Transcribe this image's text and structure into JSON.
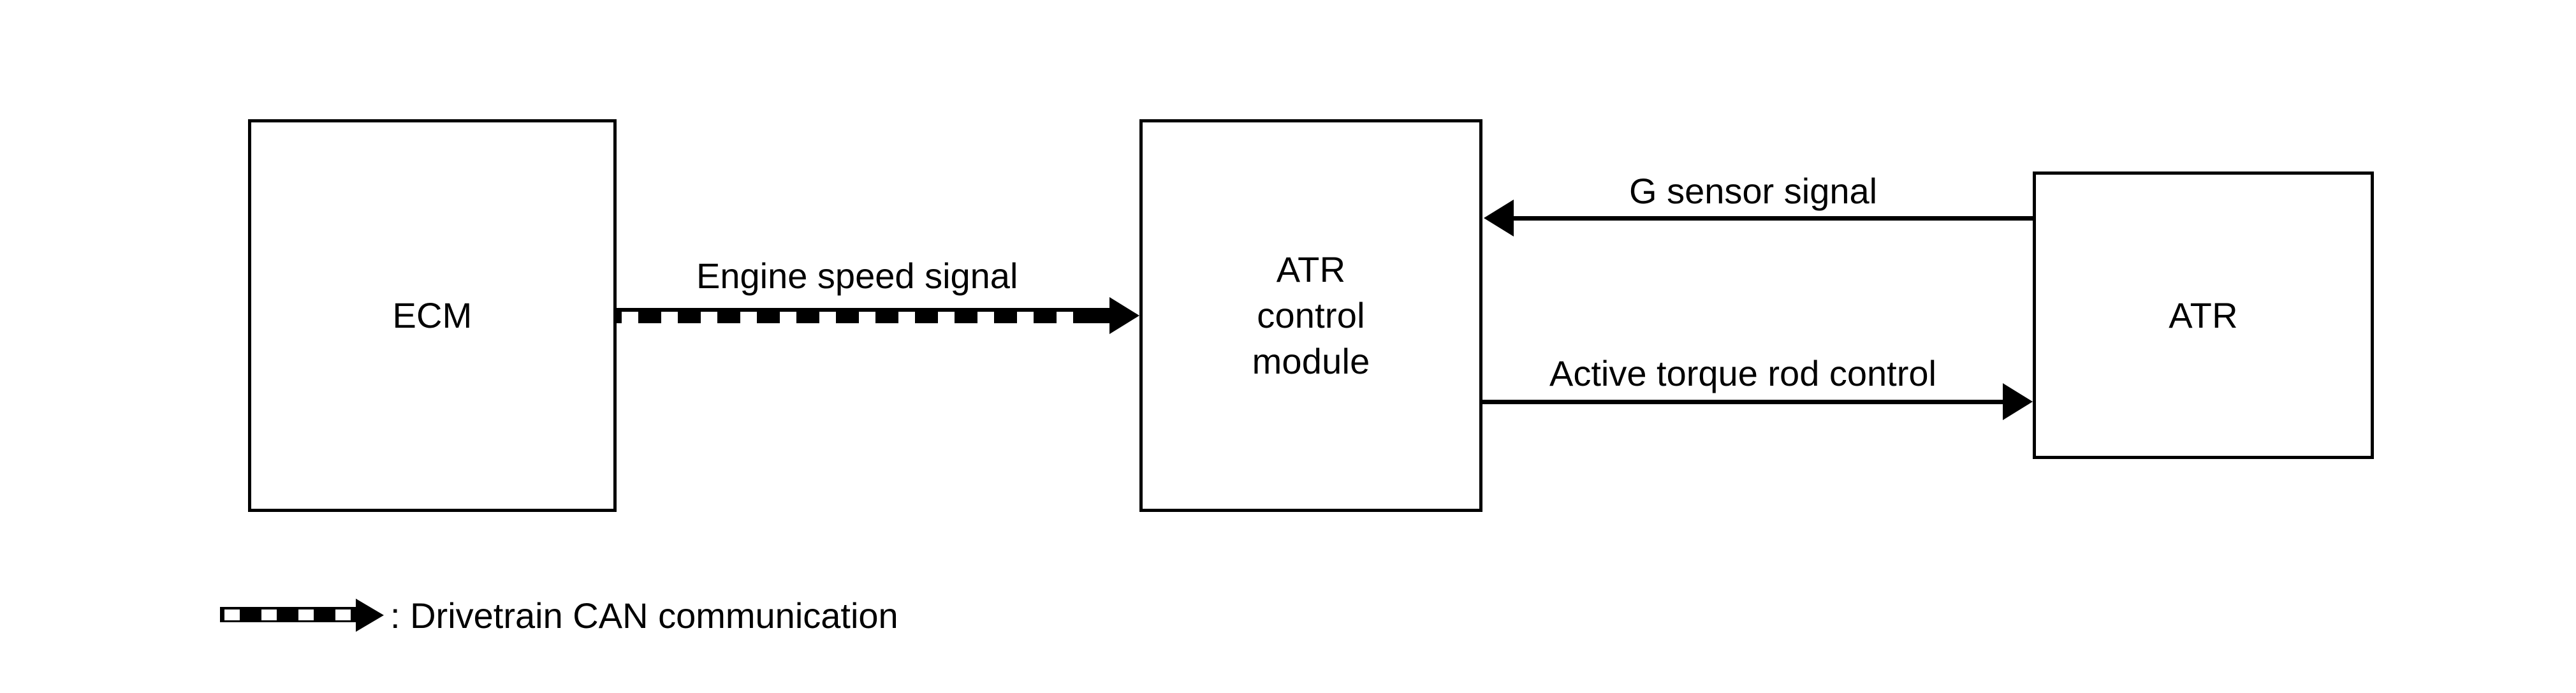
{
  "diagram": {
    "background_color": "#ffffff",
    "line_color": "#000000",
    "nodes": [
      {
        "id": "ecm",
        "label": "ECM"
      },
      {
        "id": "atr-control-module",
        "label": "ATR\ncontrol\nmodule"
      },
      {
        "id": "atr",
        "label": "ATR"
      }
    ],
    "edges": [
      {
        "id": "engine-speed-signal",
        "label": "Engine speed signal",
        "from": "ecm",
        "to": "atr-control-module",
        "style": "drivetrain-can",
        "direction": "right"
      },
      {
        "id": "g-sensor-signal",
        "label": "G sensor signal",
        "from": "atr",
        "to": "atr-control-module",
        "style": "solid",
        "direction": "left"
      },
      {
        "id": "active-torque-rod-control",
        "label": "Active torque rod control",
        "from": "atr-control-module",
        "to": "atr",
        "style": "solid",
        "direction": "right"
      }
    ],
    "legend": [
      {
        "id": "drivetrain-can-communication",
        "icon": "can-arrow-icon",
        "text": ": Drivetrain CAN communication"
      }
    ]
  }
}
